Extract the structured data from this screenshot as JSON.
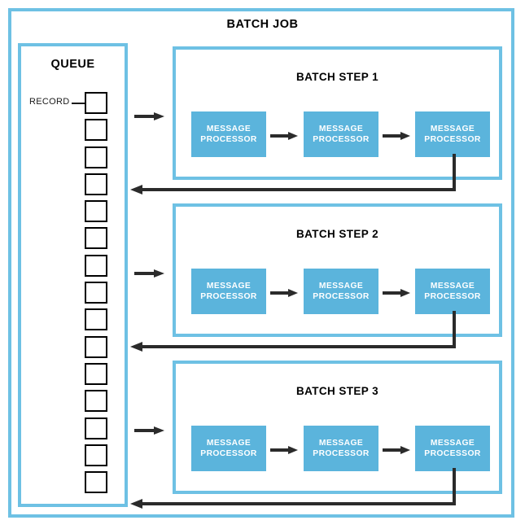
{
  "diagram": {
    "title": "BATCH JOB",
    "accent_color": "#6ec1e4",
    "processor_color": "#5bb4dc",
    "line_color": "#2b2b2b",
    "background_color": "#ffffff"
  },
  "queue": {
    "title": "QUEUE",
    "record_label": "RECORD",
    "record_count": 15
  },
  "steps": [
    {
      "title": "BATCH STEP 1",
      "processors": [
        {
          "line1": "MESSAGE",
          "line2": "PROCESSOR"
        },
        {
          "line1": "MESSAGE",
          "line2": "PROCESSOR"
        },
        {
          "line1": "MESSAGE",
          "line2": "PROCESSOR"
        }
      ]
    },
    {
      "title": "BATCH STEP 2",
      "processors": [
        {
          "line1": "MESSAGE",
          "line2": "PROCESSOR"
        },
        {
          "line1": "MESSAGE",
          "line2": "PROCESSOR"
        },
        {
          "line1": "MESSAGE",
          "line2": "PROCESSOR"
        }
      ]
    },
    {
      "title": "BATCH STEP 3",
      "processors": [
        {
          "line1": "MESSAGE",
          "line2": "PROCESSOR"
        },
        {
          "line1": "MESSAGE",
          "line2": "PROCESSOR"
        },
        {
          "line1": "MESSAGE",
          "line2": "PROCESSOR"
        }
      ]
    }
  ],
  "connectors": {
    "feed_arrow_name": "queue-to-step-arrow",
    "return_arrow_name": "step-to-queue-arrow",
    "chain_arrow_name": "processor-chain-arrow"
  }
}
